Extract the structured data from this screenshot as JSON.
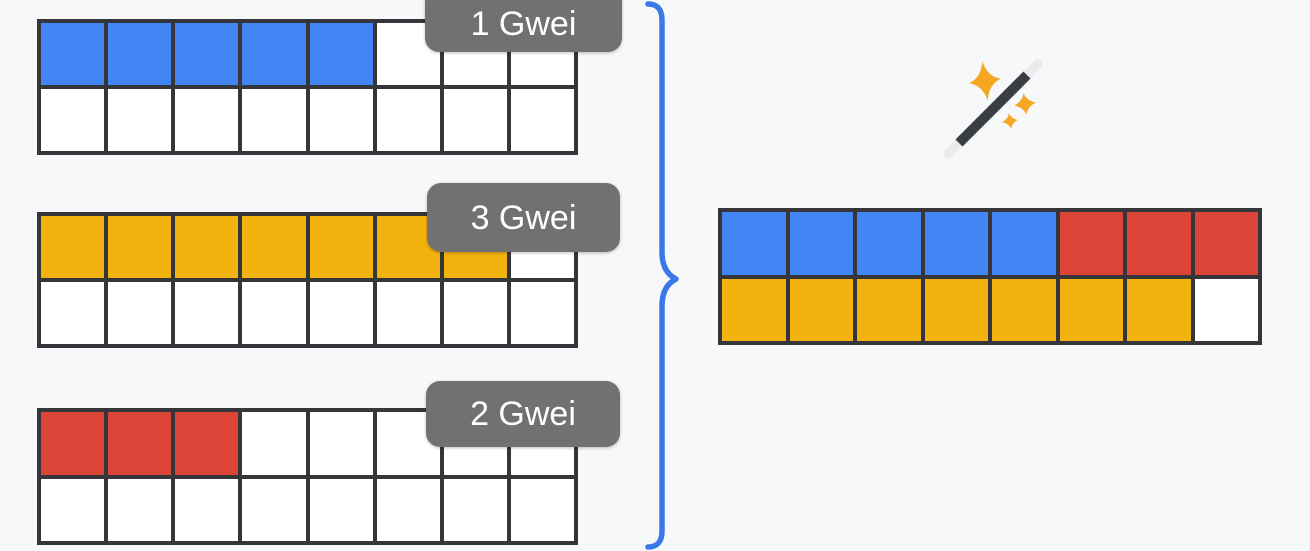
{
  "title": "Gwei gas fee combination diagram",
  "colors": {
    "background": "#F7F8F9",
    "blue": "#4285F4",
    "yellow": "#F3B30E",
    "red": "#DB4437",
    "empty": "#FFFFFF",
    "grid_border": "#35363A",
    "label_bg": "#717171",
    "label_text": "#FFFFFF",
    "brace": "#3B78E8",
    "wand_body": "#3A3D42",
    "wand_tip": "#E9EBED",
    "sparkle": "#F5A623"
  },
  "left_grids": [
    {
      "label": "1 Gwei",
      "columns": 8,
      "rows": 2,
      "cells": [
        [
          "blue",
          "blue",
          "blue",
          "blue",
          "blue",
          "empty",
          "empty",
          "empty"
        ],
        [
          "empty",
          "empty",
          "empty",
          "empty",
          "empty",
          "empty",
          "empty",
          "empty"
        ]
      ]
    },
    {
      "label": "3 Gwei",
      "columns": 8,
      "rows": 2,
      "cells": [
        [
          "yellow",
          "yellow",
          "yellow",
          "yellow",
          "yellow",
          "yellow",
          "yellow",
          "empty"
        ],
        [
          "empty",
          "empty",
          "empty",
          "empty",
          "empty",
          "empty",
          "empty",
          "empty"
        ]
      ]
    },
    {
      "label": "2 Gwei",
      "columns": 8,
      "rows": 2,
      "cells": [
        [
          "red",
          "red",
          "red",
          "empty",
          "empty",
          "empty",
          "empty",
          "empty"
        ],
        [
          "empty",
          "empty",
          "empty",
          "empty",
          "empty",
          "empty",
          "empty",
          "empty"
        ]
      ]
    }
  ],
  "result_grid": {
    "columns": 8,
    "rows": 2,
    "cells": [
      [
        "blue",
        "blue",
        "blue",
        "blue",
        "blue",
        "red",
        "red",
        "red"
      ],
      [
        "yellow",
        "yellow",
        "yellow",
        "yellow",
        "yellow",
        "yellow",
        "yellow",
        "empty"
      ]
    ]
  },
  "icons": {
    "brace": "curly-brace",
    "wand": "magic-wand-sparkles"
  }
}
